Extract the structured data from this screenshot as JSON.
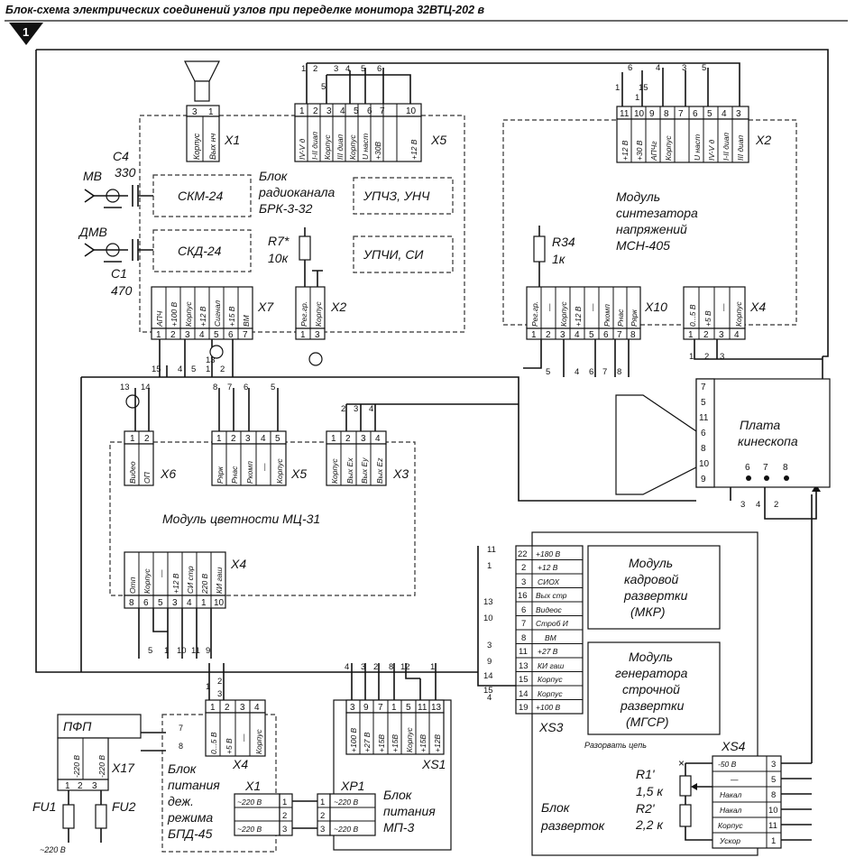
{
  "title": "Блок-схема электрических соединений узлов при переделке монитора 32ВТЦ-202 в",
  "figure_number": "1",
  "blocks": {
    "radio": {
      "line1": "Блок",
      "line2": "радиоканала",
      "line3": "БРК-3-32"
    },
    "skm": "СКМ-24",
    "skd": "СКД-24",
    "upchz": "УПЧЗ, УНЧ",
    "upchi": "УПЧИ, СИ",
    "msn": {
      "line1": "Модуль",
      "line2": "синтезатора",
      "line3": "напряжений",
      "line4": "МСН-405"
    },
    "kinescope": {
      "line1": "Плата",
      "line2": "кинескопа"
    },
    "mc": "Модуль цветности МЦ-31",
    "mkr": {
      "line1": "Модуль",
      "line2": "кадровой",
      "line3": "развертки",
      "line4": "(МКР)"
    },
    "mgsr": {
      "line1": "Модуль",
      "line2": "генератора",
      "line3": "строчной",
      "line4": "развертки",
      "line5": "(МГСР)"
    },
    "razv": {
      "line1": "Блок",
      "line2": "разверток"
    },
    "pfp": "ПФП",
    "bpd": {
      "line1": "Блок",
      "line2": "питания",
      "line3": "деж.",
      "line4": "режима",
      "line5": "БПД-45"
    },
    "mp3": {
      "line1": "Блок",
      "line2": "питания",
      "line3": "МП-3"
    }
  },
  "components": {
    "mv": "МВ",
    "dmv": "ДМВ",
    "c4": "С4",
    "c4v": "330",
    "c1": "С1",
    "c1v": "470",
    "r7": "R7*",
    "r7v": "10к",
    "r34": "R34",
    "r34v": "1к",
    "r1": "R1'",
    "r1v": "1,5 к",
    "r2": "R2'",
    "r2v": "2,2 к",
    "fu1": "FU1",
    "fu2": "FU2",
    "mains": "~220 В",
    "cut": "Разорвать цепь"
  },
  "connectors": {
    "x1": "X1",
    "x5": "X5",
    "x2": "X2",
    "x7": "X7",
    "x2b": "X2",
    "x10": "X10",
    "x4": "X4",
    "x6": "X6",
    "x5b": "X5",
    "x3": "X3",
    "x4b": "X4",
    "xs3": "XS3",
    "xs4": "XS4",
    "x4c": "X4",
    "xs1": "XS1",
    "xp1": "XP1",
    "x1b": "X1",
    "x17": "X17"
  },
  "pins": {
    "x1": [
      "Корпус",
      "Вых нч"
    ],
    "x5": [
      "IV-V д",
      "I-II диап",
      "Корпус",
      "III диап",
      "Корпус",
      "U наст",
      "+30В",
      "",
      "",
      "+12 В"
    ],
    "x2": [
      "+12 В",
      "+30 В",
      "АПЧг",
      "Корпус",
      "",
      "U наст",
      "IV-V д",
      "I-II диап",
      "III диап"
    ],
    "x7": [
      "АПЧ",
      "+100 В",
      "Корпус",
      "+12 В",
      "Сигнал",
      "+15 В",
      "ВМ"
    ],
    "x2b": [
      "Рег.гр.",
      "Корпус"
    ],
    "x10": [
      "Рег.гр.",
      "—",
      "Корпус",
      "+12 В",
      "—",
      "Ркомп",
      "Рнас",
      "Рярк"
    ],
    "x4": [
      "0...5 В",
      "+5 В",
      "—",
      "Корпус"
    ],
    "x6": [
      "Видео",
      "ОП"
    ],
    "x5b": [
      "Рярк",
      "Рнас",
      "Ркомп",
      "—",
      "Корпус"
    ],
    "x3": [
      "Корпус",
      "Вых Ex",
      "Вых Ey",
      "Вых Ez"
    ],
    "x4b": [
      "Отп",
      "Корпус",
      "—",
      "+12 В",
      "СИ стр",
      "220 В",
      "КИ гаш"
    ],
    "xs3": [
      "+180 В",
      "+12 В",
      "СИОХ",
      "Вых стр",
      "Видеос",
      "Строб И",
      "ВМ",
      "+27 В",
      "КИ гаш",
      "Корпус",
      "Корпус",
      "+100 В"
    ],
    "xs3_num": [
      "22",
      "2",
      "3",
      "16",
      "6",
      "7",
      "8",
      "11",
      "13",
      "15",
      "14",
      "19"
    ],
    "xs4": [
      "-50 В",
      "—",
      "Накал",
      "Накал",
      "Корпус",
      "Ускор"
    ],
    "xs4_num": [
      "3",
      "5",
      "8",
      "10",
      "11",
      "1"
    ],
    "x4c": [
      "0...5 В",
      "+5 В",
      "—",
      "Корпус"
    ],
    "xs1": [
      "+100 В",
      "+27 В",
      "+15В",
      "+15В",
      "Корпус",
      "+15В",
      "+12В"
    ],
    "x1b": [
      "~220 В",
      "",
      "~220 В"
    ],
    "xp1": [
      "~220 В",
      "",
      "~220 В"
    ],
    "x17": [
      "-220 В",
      "-220 В"
    ],
    "kines": [
      "7",
      "5",
      "11",
      "6",
      "8",
      "10",
      "9"
    ]
  }
}
